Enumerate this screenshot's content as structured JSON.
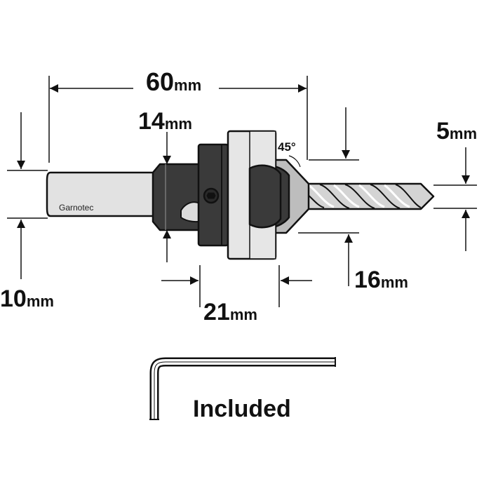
{
  "dimensions": {
    "overall_length": {
      "value": "60",
      "unit": "mm"
    },
    "body_diameter": {
      "value": "14",
      "unit": "mm"
    },
    "shank_diameter": {
      "value": "10",
      "unit": "mm"
    },
    "collar_width": {
      "value": "21",
      "unit": "mm"
    },
    "countersink_diameter": {
      "value": "16",
      "unit": "mm"
    },
    "drill_diameter": {
      "value": "5",
      "unit": "mm"
    },
    "countersink_angle": "45°"
  },
  "brand_mark": "Garnotec",
  "accessory": {
    "name": "hex-key",
    "caption": "Included"
  },
  "colors": {
    "outline": "#111111",
    "shank": "#e2e2e2",
    "body": "#3a3a3a",
    "collar": "#e6e6e6",
    "drill": "#d4d4d4"
  }
}
